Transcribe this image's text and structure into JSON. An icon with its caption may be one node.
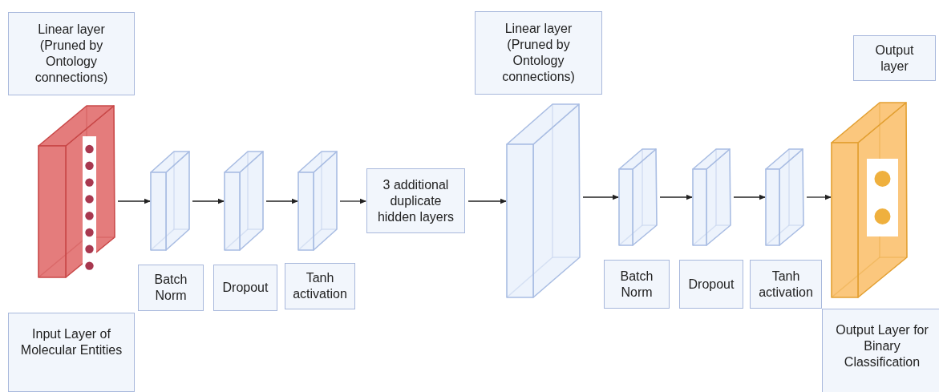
{
  "diagram": {
    "nodes": [
      {
        "text": [
          "Linear layer (Pruned by Ontology connections)"
        ]
      },
      {
        "text": [],
        "shape": "box"
      },
      {
        "text": [
          "Input Layer of Molecular Entities"
        ]
      },
      {
        "text": [],
        "shape": "box"
      },
      {
        "text": [
          "Batch Norm"
        ]
      },
      {
        "text": [],
        "shape": "box"
      },
      {
        "text": [
          "Dropout"
        ]
      },
      {
        "text": [],
        "shape": "box"
      },
      {
        "text": [
          "Tanh activation"
        ]
      },
      {
        "text": [
          "3 additional duplicate hidden layers"
        ]
      },
      {
        "text": [
          "Linear layer (Pruned by Ontology connections)"
        ]
      },
      {
        "text": [],
        "shape": "box"
      },
      {
        "text": [],
        "shape": "box"
      },
      {
        "text": [
          "Batch Norm"
        ]
      },
      {
        "text": [],
        "shape": "box"
      },
      {
        "text": [
          "Dropout"
        ]
      },
      {
        "text": [],
        "shape": "box"
      },
      {
        "text": [
          "Tanh activation"
        ]
      },
      {
        "text": [
          "Output layer"
        ]
      },
      {
        "text": [],
        "shape": "box"
      },
      {
        "text": [
          "Output Layer for Binary Classification"
        ]
      }
    ],
    "edges": [
      {
        "from": 1,
        "to": 3,
        "arrow": "to"
      },
      {
        "from": 3,
        "to": 5,
        "arrow": "to"
      },
      {
        "from": 5,
        "to": 7,
        "arrow": "to"
      },
      {
        "from": 7,
        "to": 9,
        "arrow": "to"
      },
      {
        "from": 9,
        "to": 11,
        "arrow": "to"
      },
      {
        "from": 11,
        "to": 12,
        "arrow": "to"
      },
      {
        "from": 12,
        "to": 14,
        "arrow": "to"
      },
      {
        "from": 14,
        "to": 16,
        "arrow": "to"
      },
      {
        "from": 16,
        "to": 19,
        "arrow": "to"
      }
    ]
  }
}
